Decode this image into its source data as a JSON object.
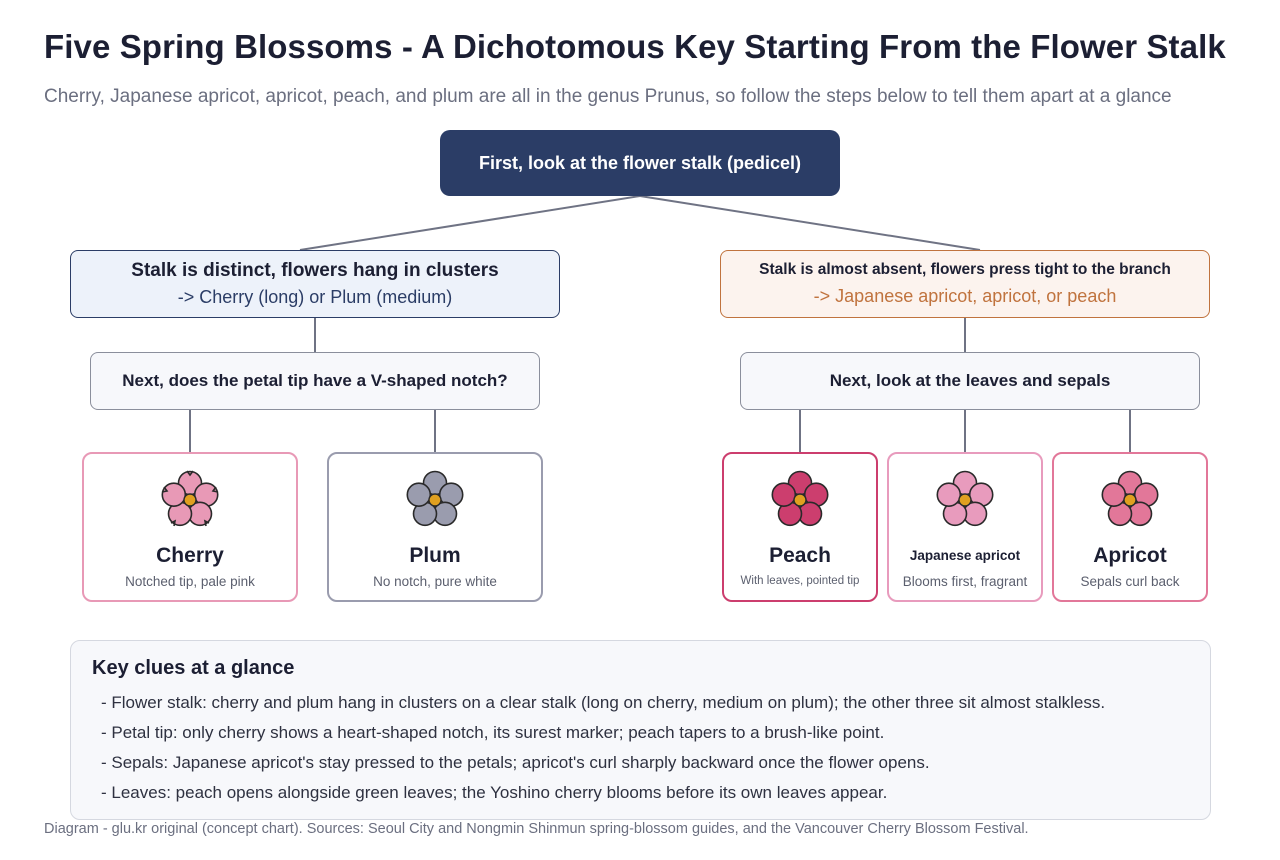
{
  "header": {
    "title": "Five Spring Blossoms - A Dichotomous Key Starting From the Flower Stalk",
    "subtitle": "Cherry, Japanese apricot, apricot, peach, and plum are all in the genus Prunus, so follow the steps below to tell them apart at a glance"
  },
  "root": {
    "label": "First, look at the flower stalk (pedicel)"
  },
  "left_branch": {
    "heading": "Stalk is distinct, flowers hang in clusters",
    "sub": "-> Cherry (long) or Plum (medium)",
    "question": "Next, does the petal tip have a V-shaped notch?",
    "accent": "#2b3d66"
  },
  "right_branch": {
    "heading": "Stalk is almost absent, flowers press tight to the branch",
    "sub": "-> Japanese apricot, apricot, or peach",
    "question": "Next, look at the leaves and sepals",
    "accent": "#c0733e"
  },
  "flowers": {
    "cherry": {
      "name": "Cherry",
      "desc": "Notched tip, pale pink",
      "color": "#e899b6",
      "icon": "cherry-blossom-icon"
    },
    "plum": {
      "name": "Plum",
      "desc": "No notch, pure white",
      "color": "#9a9cae",
      "icon": "plum-blossom-icon"
    },
    "peach": {
      "name": "Peach",
      "desc": "With leaves, pointed tip",
      "color": "#cc3e6e",
      "icon": "peach-blossom-icon"
    },
    "japanese_apricot": {
      "name": "Japanese apricot",
      "desc": "Blooms first, fragrant",
      "color": "#e89bbd",
      "icon": "japanese-apricot-blossom-icon"
    },
    "apricot": {
      "name": "Apricot",
      "desc": "Sepals curl back",
      "color": "#e27799",
      "icon": "apricot-blossom-icon"
    }
  },
  "key_clues": {
    "title": "Key clues at a glance",
    "items": [
      "Flower stalk: cherry and plum hang in clusters on a clear stalk (long on cherry, medium on plum); the other three sit almost stalkless.",
      "Petal tip: only cherry shows a heart-shaped notch, its surest marker; peach tapers to a brush-like point.",
      "Sepals: Japanese apricot's stay pressed to the petals; apricot's curl sharply backward once the flower opens.",
      "Leaves: peach opens alongside green leaves; the Yoshino cherry blooms before its own leaves appear."
    ]
  },
  "footer": "Diagram - glu.kr original (concept chart). Sources: Seoul City and Nongmin Shinmun spring-blossom guides, and the Vancouver Cherry Blossom Festival."
}
